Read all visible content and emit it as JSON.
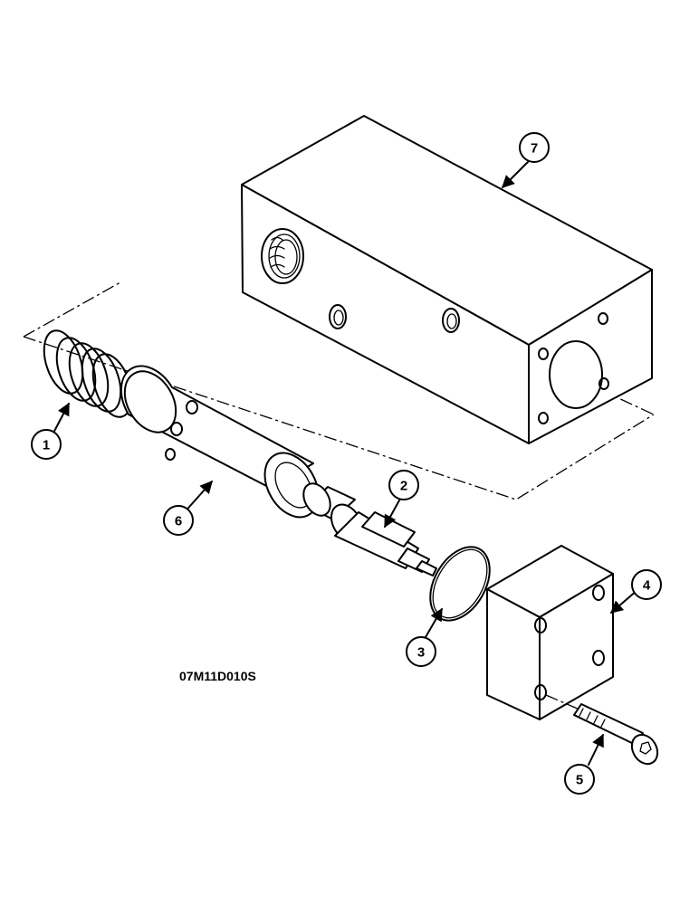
{
  "diagram": {
    "drawing_code": "07M11D010S",
    "callouts": [
      {
        "label": "1",
        "part": "spring"
      },
      {
        "label": "2",
        "part": "spool"
      },
      {
        "label": "3",
        "part": "o-ring"
      },
      {
        "label": "4",
        "part": "end-cap"
      },
      {
        "label": "5",
        "part": "cap-screw"
      },
      {
        "label": "6",
        "part": "sleeve"
      },
      {
        "label": "7",
        "part": "valve-body"
      }
    ]
  }
}
